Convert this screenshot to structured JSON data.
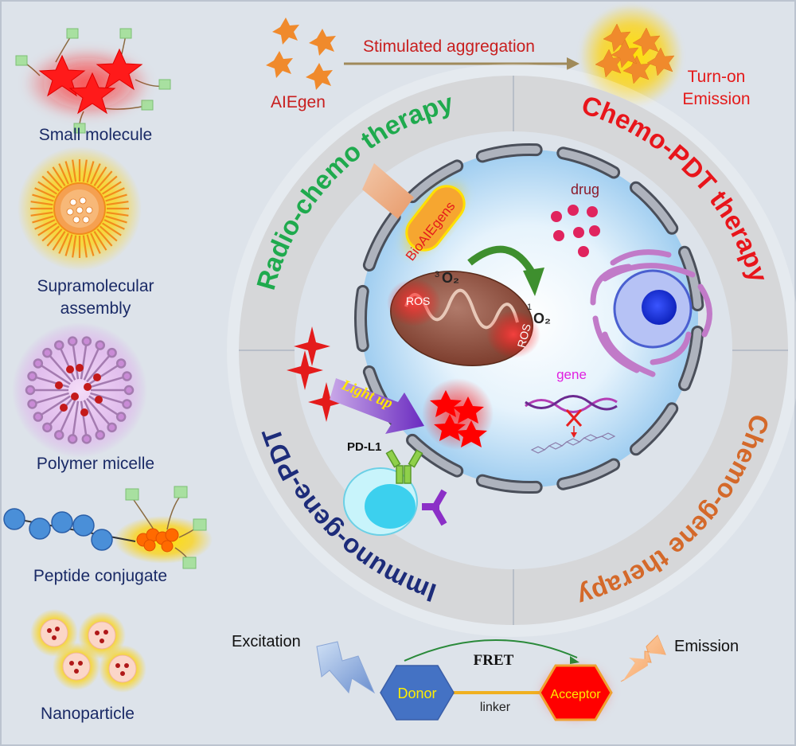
{
  "left_panel": {
    "small_molecule": "Small molecule",
    "supramolecular_line1": "Supramolecular",
    "supramolecular_line2": "assembly",
    "polymer_micelle": "Polymer micelle",
    "peptide_conjugate": "Peptide conjugate",
    "nanoparticle": "Nanoparticle"
  },
  "top": {
    "aiegen": "AIEgen",
    "stimulated": "Stimulated aggregation",
    "turn_on_line1": "Turn-on",
    "turn_on_line2": "Emission"
  },
  "ring": {
    "radio_chemo": "Radio-chemo therapy",
    "chemo_pdt": "Chemo-PDT therapy",
    "chemo_gene": "Chemo-gene therapy",
    "immuno_gene": "Immuno-gene-PDT"
  },
  "cell": {
    "bioaiegens": "BioAIEgens",
    "drug": "drug",
    "ros_1": "ROS",
    "ros_2": "ROS",
    "o2_triplet_sup": "3",
    "o2_triplet": "O₂",
    "o2_singlet_sup": "1",
    "o2_singlet": "O₂",
    "gene": "gene",
    "light_up": "Light up",
    "pd_l1": "PD-L1"
  },
  "bottom": {
    "excitation": "Excitation",
    "fret": "FRET",
    "emission": "Emission",
    "donor": "Donor",
    "acceptor": "Acceptor",
    "linker": "linker"
  },
  "colors": {
    "background": "#dde3ea",
    "ring": "#d6d7d9",
    "radio_chemo": "#1faa4e",
    "chemo_pdt": "#e8151b",
    "chemo_gene": "#d4692a",
    "immuno_gene": "#1d2c7a",
    "donor": "#4472c4",
    "acceptor": "#ff0000"
  }
}
